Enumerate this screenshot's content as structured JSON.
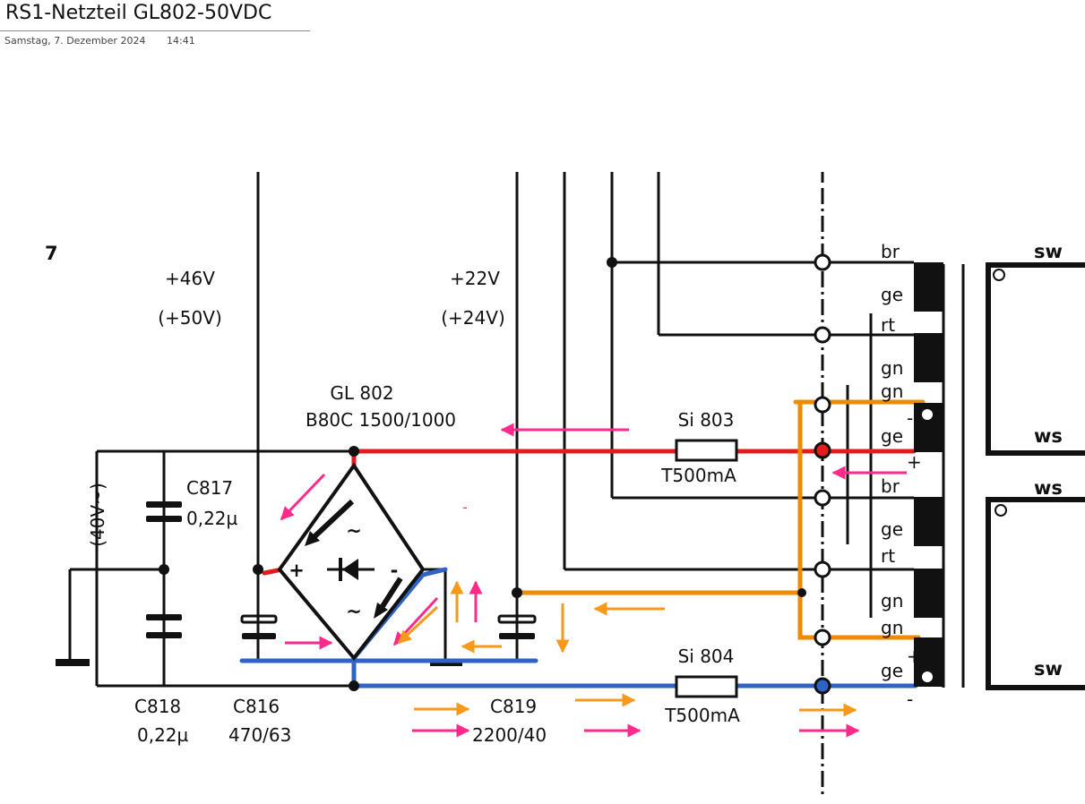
{
  "page": {
    "title": "RS1-Netzteil GL802-50VDC",
    "date": "Samstag, 7. Dezember 2024",
    "time": "14:41"
  },
  "schematic": {
    "rails": {
      "v46": "+46V",
      "v50": "(+50V)",
      "v22": "+22V",
      "v24": "(+24V)"
    },
    "ac_label": "(40V~)",
    "bridge": {
      "name": "GL 802",
      "type": "B80C 1500/1000",
      "plus": "+",
      "minus": "-",
      "ac1": "~",
      "ac2": "~"
    },
    "fuses": [
      {
        "name": "Si 803",
        "value": "T500mA"
      },
      {
        "name": "Si 804",
        "value": "T500mA"
      }
    ],
    "capacitors": {
      "c817": {
        "name": "C817",
        "value": "0,22µ"
      },
      "c818": {
        "name": "C818",
        "value": "0,22µ"
      },
      "c816": {
        "name": "C816",
        "value": "470/63"
      },
      "c819": {
        "name": "C819",
        "value": "2200/40"
      }
    },
    "pins": [
      "br",
      "ge",
      "rt",
      "gn",
      "gn",
      "ge",
      "br",
      "ge",
      "rt",
      "gn",
      "gn",
      "ge"
    ],
    "transformer": [
      "sw",
      "ws",
      "ws",
      "sw"
    ],
    "marks": {
      "minus_top": "-",
      "plus_top": "+",
      "plus_bottom": "+",
      "minus_bottom": "-",
      "small_mark": "-",
      "fragment": "7"
    },
    "colors": {
      "red_path": "#e11d1d",
      "blue_path": "#2f63c4",
      "orange_path": "#f08a00",
      "pink_arrow": "#ff2a8a",
      "orange_arrow": "#f79a1c"
    }
  }
}
